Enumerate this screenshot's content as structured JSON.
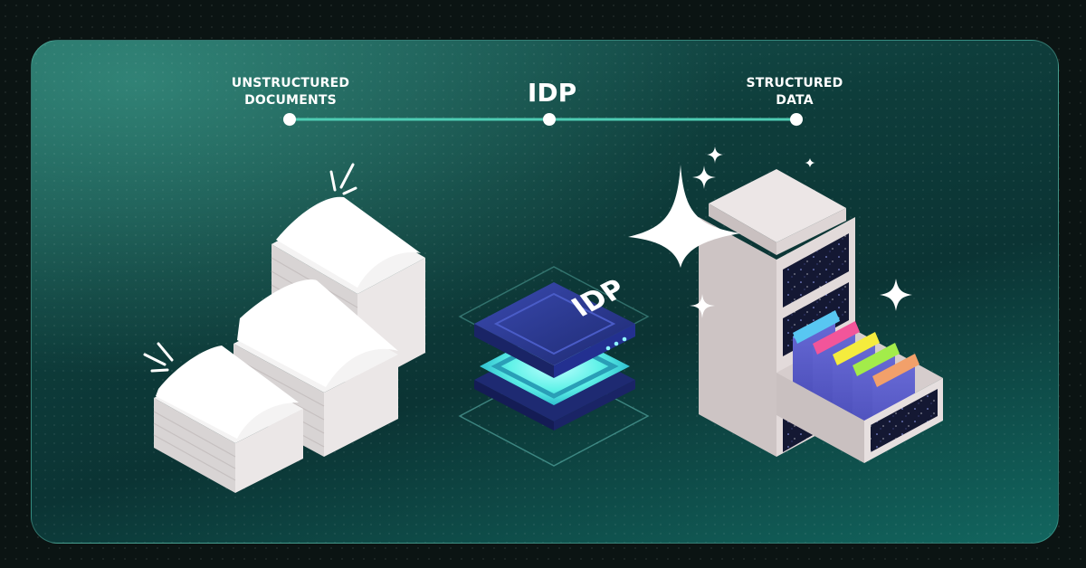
{
  "timeline": {
    "start": {
      "line1": "UNSTRUCTURED",
      "line2": "DOCUMENTS"
    },
    "middle": {
      "label": "IDP"
    },
    "end": {
      "line1": "STRUCTURED",
      "line2": "DATA"
    }
  },
  "chip": {
    "label": "IDP"
  },
  "colors": {
    "card": "#0e3d3b",
    "timeline": "#4ecdb4",
    "chip_top": "#2b3a8f",
    "chip_glow": "#5ff2e8",
    "paper": "#f2f1f1",
    "cabinet": "#d9cfcf",
    "folders": [
      "#58c7f2",
      "#f2559a",
      "#f5ec3d",
      "#a3ec4a",
      "#f2a06a"
    ]
  }
}
